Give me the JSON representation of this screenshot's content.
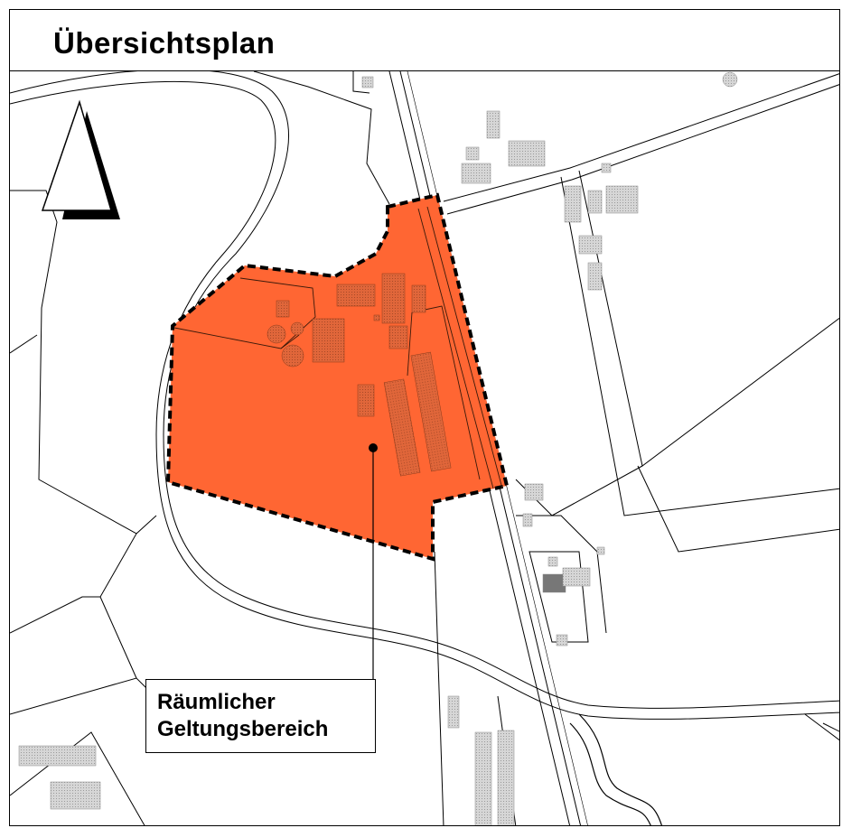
{
  "map": {
    "title": "Übersichtsplan",
    "label_line1": "Räumlicher",
    "label_line2": "Geltungsbereich",
    "north_arrow_icon": "north-arrow-icon",
    "area_fill_color": "#ff6633",
    "building_color": "#c9c9c9",
    "area_building_color": "#c8552a"
  }
}
